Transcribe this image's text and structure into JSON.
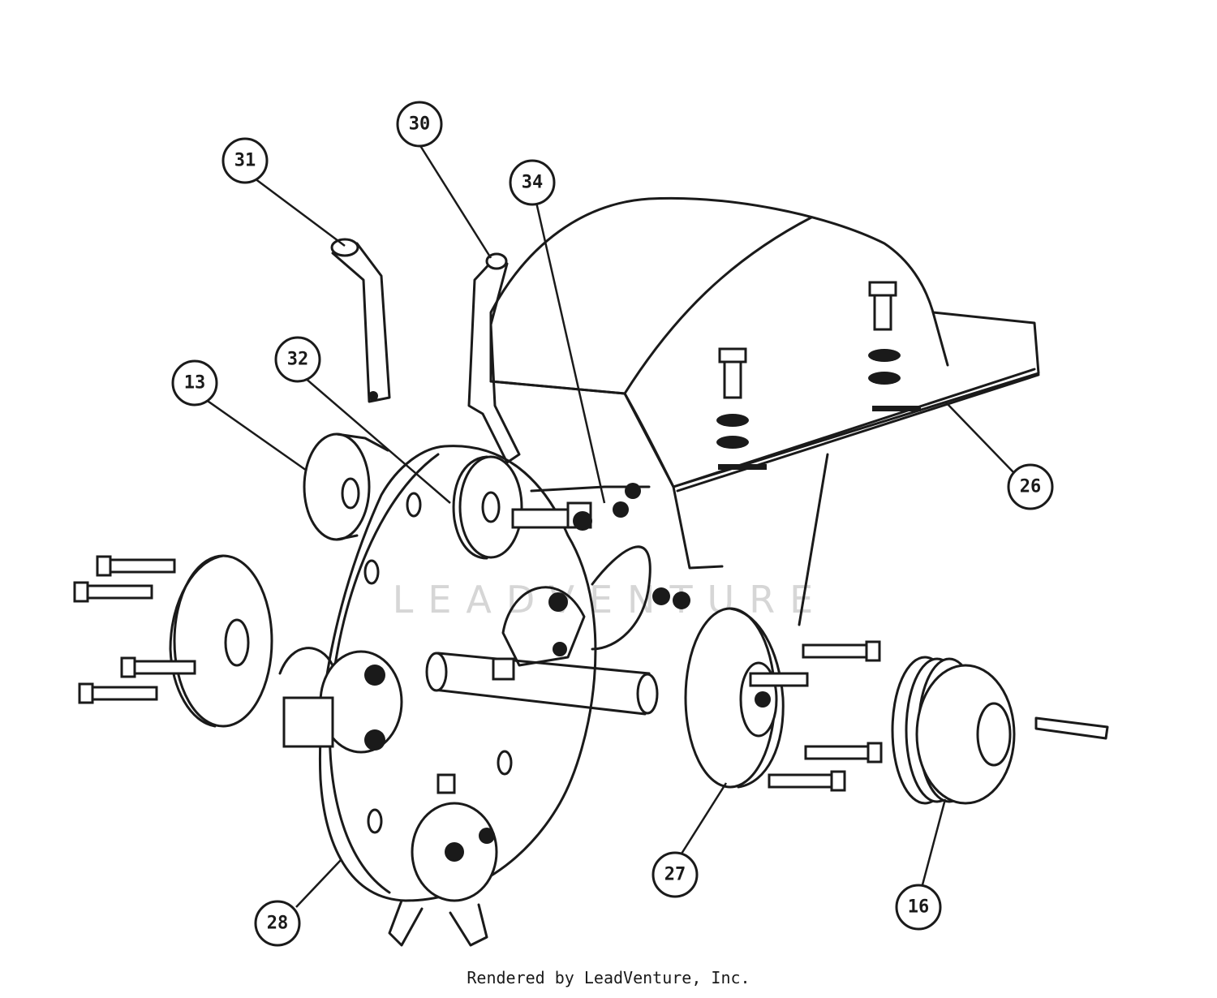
{
  "watermark": "LEADVENTURE",
  "footer_text": "Rendered by LeadVenture, Inc.",
  "callouts": {
    "c30": "30",
    "c31": "31",
    "c34": "34",
    "c32": "32",
    "c13": "13",
    "c26": "26",
    "c27": "27",
    "c16": "16",
    "c28": "28"
  }
}
